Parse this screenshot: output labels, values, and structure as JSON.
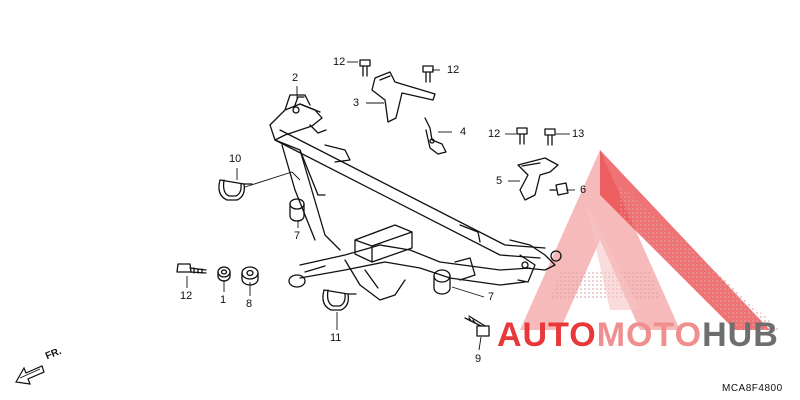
{
  "diagram": {
    "parts": [
      {
        "id": "label-1",
        "text": "1"
      },
      {
        "id": "label-2",
        "text": "2"
      },
      {
        "id": "label-3",
        "text": "3"
      },
      {
        "id": "label-4",
        "text": "4"
      },
      {
        "id": "label-5",
        "text": "5"
      },
      {
        "id": "label-6",
        "text": "6"
      },
      {
        "id": "label-7a",
        "text": "7"
      },
      {
        "id": "label-7b",
        "text": "7"
      },
      {
        "id": "label-8",
        "text": "8"
      },
      {
        "id": "label-9",
        "text": "9"
      },
      {
        "id": "label-10",
        "text": "10"
      },
      {
        "id": "label-11",
        "text": "11"
      },
      {
        "id": "label-12a",
        "text": "12"
      },
      {
        "id": "label-12b",
        "text": "12"
      },
      {
        "id": "label-12c",
        "text": "12"
      },
      {
        "id": "label-12d",
        "text": "12"
      },
      {
        "id": "label-13",
        "text": "13"
      }
    ],
    "direction_label": "FR.",
    "diagram_code": "MCA8F4800"
  },
  "watermark": {
    "part1": "AUTO",
    "part2": "MOTO",
    "part3": "HUB",
    "colors": {
      "accent": "#e8383a",
      "light": "#f08f8f",
      "gray": "#6e6e6e"
    }
  }
}
